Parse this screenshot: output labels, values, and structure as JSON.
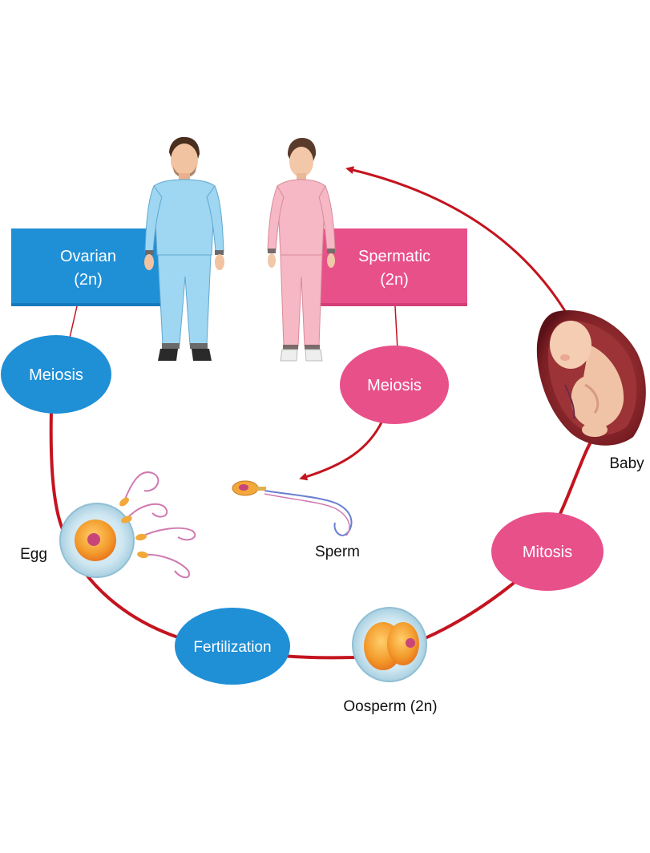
{
  "boxes": {
    "ovarian": {
      "line1": "Ovarian",
      "line2": "(2n)"
    },
    "spermatic": {
      "line1": "Spermatic",
      "line2": "(2n)"
    }
  },
  "ovals": {
    "meiosis_female": "Meiosis",
    "meiosis_male": "Meiosis",
    "fertilization": "Fertilization",
    "mitosis": "Mitosis"
  },
  "labels": {
    "egg": "Egg",
    "sperm": "Sperm",
    "oosperm": "Oosperm (2n)",
    "baby": "Baby"
  },
  "colors": {
    "blue": "#1f8fd6",
    "blue_dark": "#1679be",
    "pink": "#e8508a",
    "pink_dark": "#d23f78",
    "cycle_line": "#c4141f",
    "man_clothes": "#9fd6f2",
    "woman_clothes": "#f5b8c4"
  },
  "icons": {
    "man": "man-figure-icon",
    "woman": "woman-figure-icon",
    "egg": "egg-cell-icon",
    "sperm": "sperm-cell-icon",
    "oosperm": "oosperm-cell-icon",
    "baby": "fetus-icon"
  }
}
